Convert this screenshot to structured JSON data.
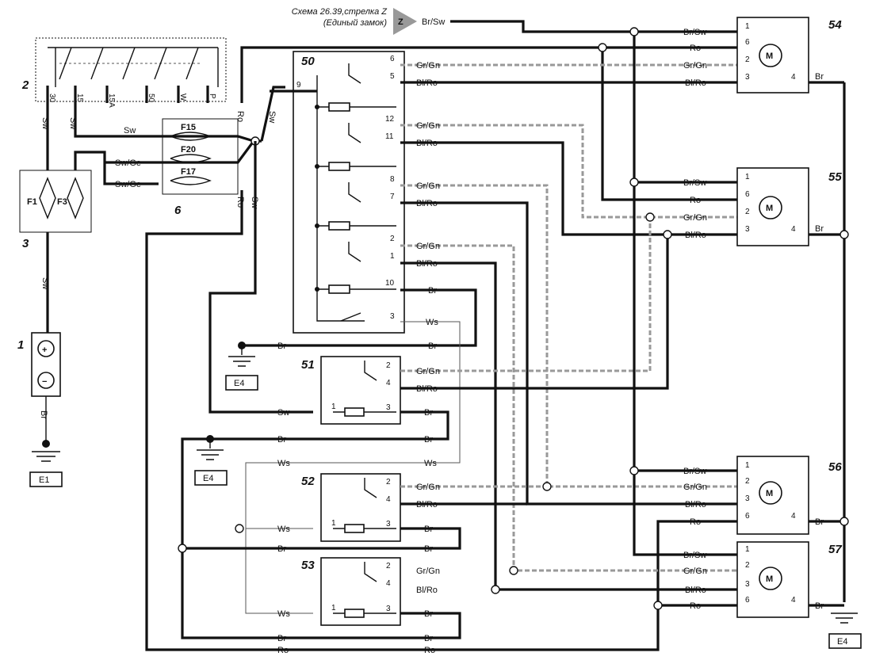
{
  "reference": {
    "line1": "Схема 26.39,стрелка Z",
    "line2": "(Единый замок)",
    "arrow": "Z",
    "wire": "Br/Sw"
  },
  "components": {
    "c1": "1",
    "c2": "2",
    "c3": "3",
    "c6": "6",
    "c50": "50",
    "c51": "51",
    "c52": "52",
    "c53": "53",
    "c54": "54",
    "c55": "55",
    "c56": "56",
    "c57": "57"
  },
  "ignition_terminals": [
    "30",
    "15",
    "15A",
    "50",
    "W",
    "P"
  ],
  "fuses": {
    "f1": "F1",
    "f3": "F3",
    "f15": "F15",
    "f20": "F20",
    "f17": "F17"
  },
  "grounds": {
    "e1": "E1",
    "e4": "E4"
  },
  "motor_symbol": "M",
  "battery": {
    "plus": "+",
    "minus": "−"
  },
  "wires": {
    "sw": "Sw",
    "swge": "Sw/Ge",
    "ro": "Ro",
    "br": "Br",
    "ws": "Ws",
    "grgn": "Gr/Gn",
    "blro": "Bl/Ro",
    "brsw": "Br/Sw"
  },
  "pins": {
    "p1": "1",
    "p2": "2",
    "p3": "3",
    "p4": "4",
    "p5": "5",
    "p6": "6",
    "p7": "7",
    "p8": "8",
    "p9": "9",
    "p10": "10",
    "p11": "11",
    "p12": "12"
  }
}
